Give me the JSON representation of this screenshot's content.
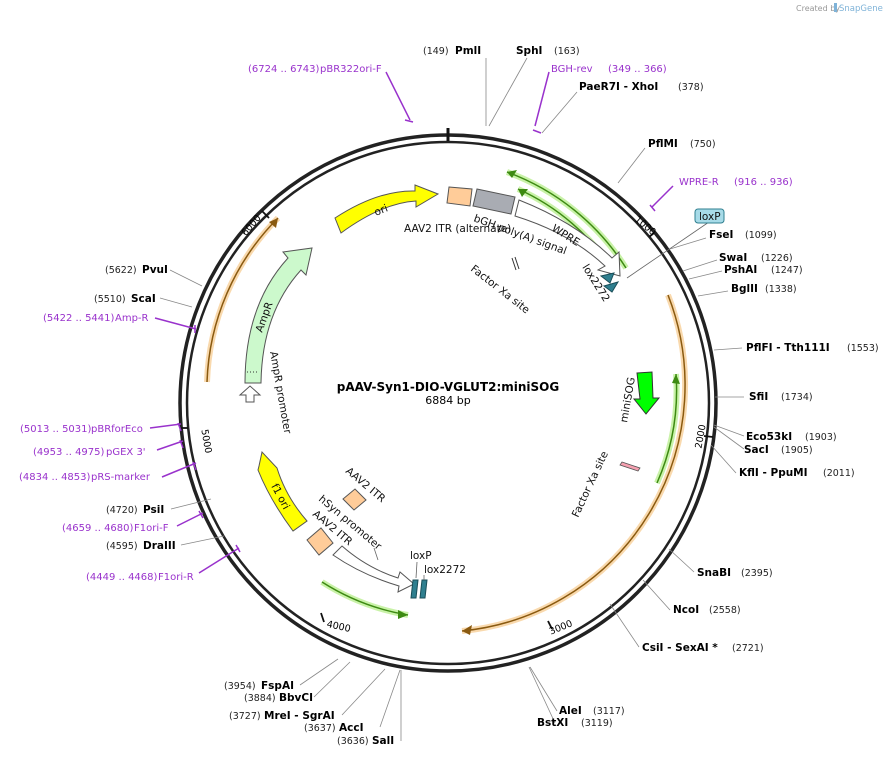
{
  "credit": {
    "text": "Created by",
    "brand": "SnapGene"
  },
  "map": {
    "name": "pAAV-Syn1-DIO-VGLUT2:miniSOG",
    "length": "6884 bp"
  },
  "ticks": [
    "1000",
    "2000",
    "3000",
    "4000",
    "5000",
    "6000"
  ],
  "sites": [
    {
      "id": "pmli",
      "pos": "(149)",
      "name": "PmlI"
    },
    {
      "id": "sphi",
      "name": "SphI",
      "pos": "(163)"
    },
    {
      "id": "paer7i",
      "name": "PaeR7I   - XhoI",
      "pos": "(378)"
    },
    {
      "id": "pflmi",
      "name": "PflMI",
      "pos": "(750)"
    },
    {
      "id": "fsei",
      "name": "FseI",
      "pos": "(1099)"
    },
    {
      "id": "swai",
      "name": "SwaI",
      "pos": "(1226)"
    },
    {
      "id": "pshai",
      "name": "PshAI",
      "pos": "(1247)"
    },
    {
      "id": "bglii",
      "name": "BglII",
      "pos": "(1338)"
    },
    {
      "id": "pflfi",
      "name": "PflFI   - Tth111I",
      "pos": "(1553)"
    },
    {
      "id": "sfii",
      "name": "SfiI",
      "pos": "(1734)"
    },
    {
      "id": "eco53ki",
      "name": "Eco53kI",
      "pos": "(1903)"
    },
    {
      "id": "saci",
      "name": "SacI",
      "pos": "(1905)"
    },
    {
      "id": "kfli",
      "name": "KflI   - PpuMI",
      "pos": "(2011)"
    },
    {
      "id": "snabi",
      "name": "SnaBI",
      "pos": "(2395)"
    },
    {
      "id": "ncoi",
      "name": "NcoI",
      "pos": "(2558)"
    },
    {
      "id": "csii",
      "name": "CsiI   - SexAI *",
      "pos": "(2721)"
    },
    {
      "id": "alei",
      "name": "AleI",
      "pos": "(3117)"
    },
    {
      "id": "bstxi",
      "name": "BstXI",
      "pos": "(3119)"
    },
    {
      "id": "sali",
      "pos": "(3636)",
      "name": "SalI"
    },
    {
      "id": "acci",
      "pos": "(3637)",
      "name": "AccI"
    },
    {
      "id": "mrei",
      "pos": "(3727)",
      "name": "MreI   - SgrAI"
    },
    {
      "id": "bbvci",
      "pos": "(3884)",
      "name": "BbvCI"
    },
    {
      "id": "fspai",
      "pos": "(3954)",
      "name": "FspAI"
    },
    {
      "id": "draiii",
      "pos": "(4595)",
      "name": "DraIII"
    },
    {
      "id": "psii",
      "pos": "(4720)",
      "name": "PsiI"
    },
    {
      "id": "scai",
      "pos": "(5510)",
      "name": "ScaI"
    },
    {
      "id": "pvui",
      "pos": "(5622)",
      "name": "PvuI"
    }
  ],
  "primers": [
    {
      "id": "pbr322",
      "pos": "(6724 .. 6743)",
      "name": "pBR322ori-F"
    },
    {
      "id": "bghrev",
      "name": "BGH-rev",
      "pos": "(349 .. 366)"
    },
    {
      "id": "wprer",
      "name": "WPRE-R",
      "pos": "(916 .. 936)"
    },
    {
      "id": "ampr",
      "pos": "(5422 .. 5441)",
      "name": "Amp-R"
    },
    {
      "id": "pbrforeco",
      "pos": "(5013 .. 5031)",
      "name": "pBRforEco"
    },
    {
      "id": "pgex",
      "pos": "(4953 .. 4975)",
      "name": "pGEX 3'"
    },
    {
      "id": "prs",
      "pos": "(4834 .. 4853)",
      "name": "pRS-marker"
    },
    {
      "id": "f1orif",
      "pos": "(4659 .. 4680)",
      "name": "F1ori-F"
    },
    {
      "id": "f1orir",
      "pos": "(4449 .. 4468)",
      "name": "F1ori-R"
    }
  ],
  "features": {
    "ori": "ori",
    "aav2_itr_alt": "AAV2 ITR (alternate)",
    "bgh": "bGH poly(A) signal",
    "wpre": "WPRE",
    "lox2272_top": "lox2272",
    "factor_xa_top": "Factor Xa site",
    "loxp_box": "loxP",
    "minisog": "miniSOG",
    "factor_xa_right": "Factor Xa site",
    "ampr": "AmpR",
    "ampr_promoter": "AmpR promoter",
    "f1_ori": "f1 ori",
    "aav2_itr": "AAV2 ITR",
    "hsyn": "hSyn promoter",
    "aav2_itr_lower": "AAV2 ITR",
    "loxp_lower": "loxP",
    "lox2272_lower": "lox2272"
  },
  "colors": {
    "ori": "#ffff00",
    "ampr": "#ccf9cc",
    "minisog": "#00ff00",
    "itr": "#ffcc99",
    "bgh": "#a9acb3",
    "lox": "#2f7f8f",
    "primer": "#9932cc",
    "orf_arc": "#e8ad5c",
    "green_arc": "#5aa020"
  }
}
